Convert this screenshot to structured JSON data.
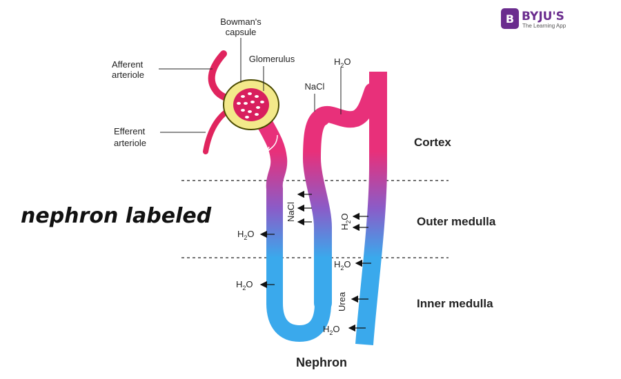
{
  "brand": {
    "name": "BYJU'S",
    "tagline": "The Learning App",
    "color": "#6a2c8e"
  },
  "overlay_title": "nephron labeled",
  "labels": {
    "bowmans_capsule_line1": "Bowman's",
    "bowmans_capsule_line2": "capsule",
    "glomerulus": "Glomerulus",
    "afferent_line1": "Afferent",
    "afferent_line2": "arteriole",
    "efferent_line1": "Efferent",
    "efferent_line2": "arteriole",
    "nacl_top": "NaCl",
    "h2o_top": "H",
    "nacl_side": "NaCl",
    "h2o_side": "H",
    "urea": "Urea",
    "water_left_1": "H",
    "water_left_2": "H",
    "water_right_1": "H",
    "water_right_2": "H",
    "subscript": "2",
    "oxygen": "O"
  },
  "zones": {
    "cortex": "Cortex",
    "outer_medulla": "Outer medulla",
    "inner_medulla": "Inner medulla"
  },
  "caption": "Nephron",
  "colors": {
    "tubule_top": "#e8307a",
    "tubule_mid": "#8a5cc8",
    "tubule_bottom": "#3aa9ec",
    "capsule": "#f3e98a",
    "capsule_edge": "#4a4a00",
    "glomerulus": "#d81f5e",
    "vessel": "#e0245e"
  }
}
